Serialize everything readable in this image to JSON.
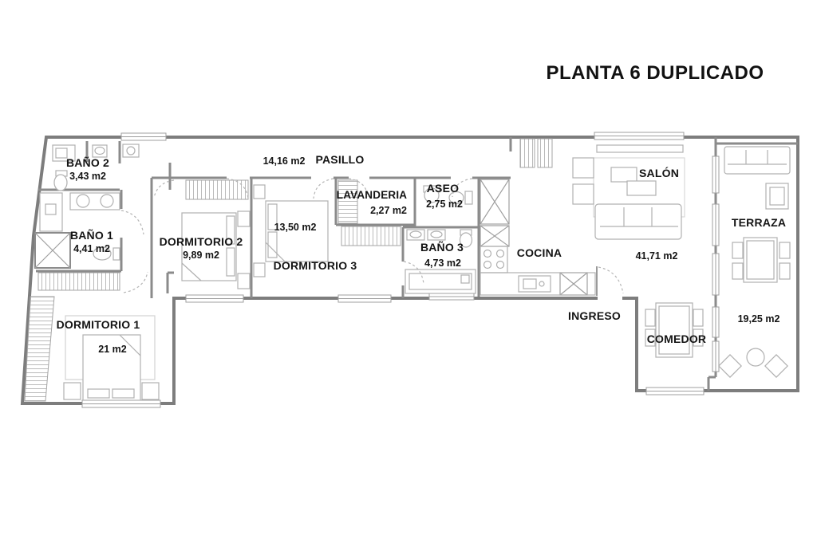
{
  "title": "PLANTA 6 DUPLICADO",
  "rooms": {
    "pasillo": {
      "name": "PASILLO",
      "area": "14,16 m2"
    },
    "bano2": {
      "name": "BAÑO 2",
      "area": "3,43 m2"
    },
    "bano1": {
      "name": "BAÑO 1",
      "area": "4,41 m2"
    },
    "dormitorio1": {
      "name": "DORMITORIO 1",
      "area": "21 m2"
    },
    "dormitorio2": {
      "name": "DORMITORIO 2",
      "area": "9,89 m2"
    },
    "dormitorio3": {
      "name": "DORMITORIO 3",
      "area": "13,50 m2"
    },
    "lavanderia": {
      "name": "LAVANDERIA",
      "area": "2,27 m2"
    },
    "aseo": {
      "name": "ASEO",
      "area": "2,75 m2"
    },
    "bano3": {
      "name": "BAÑO 3",
      "area": "4,73 m2"
    },
    "cocina": {
      "name": "COCINA"
    },
    "salon": {
      "name": "SALÓN",
      "area": "41,71 m2"
    },
    "terraza": {
      "name": "TERRAZA",
      "area": "19,25 m2"
    },
    "ingreso": {
      "name": "INGRESO"
    },
    "comedor": {
      "name": "COMEDOR"
    }
  },
  "colors": {
    "outer_wall": "#7d7d7d",
    "inner_wall": "#8b8b8b",
    "furniture": "#b0b0b0",
    "text": "#141414",
    "background": "#ffffff"
  }
}
